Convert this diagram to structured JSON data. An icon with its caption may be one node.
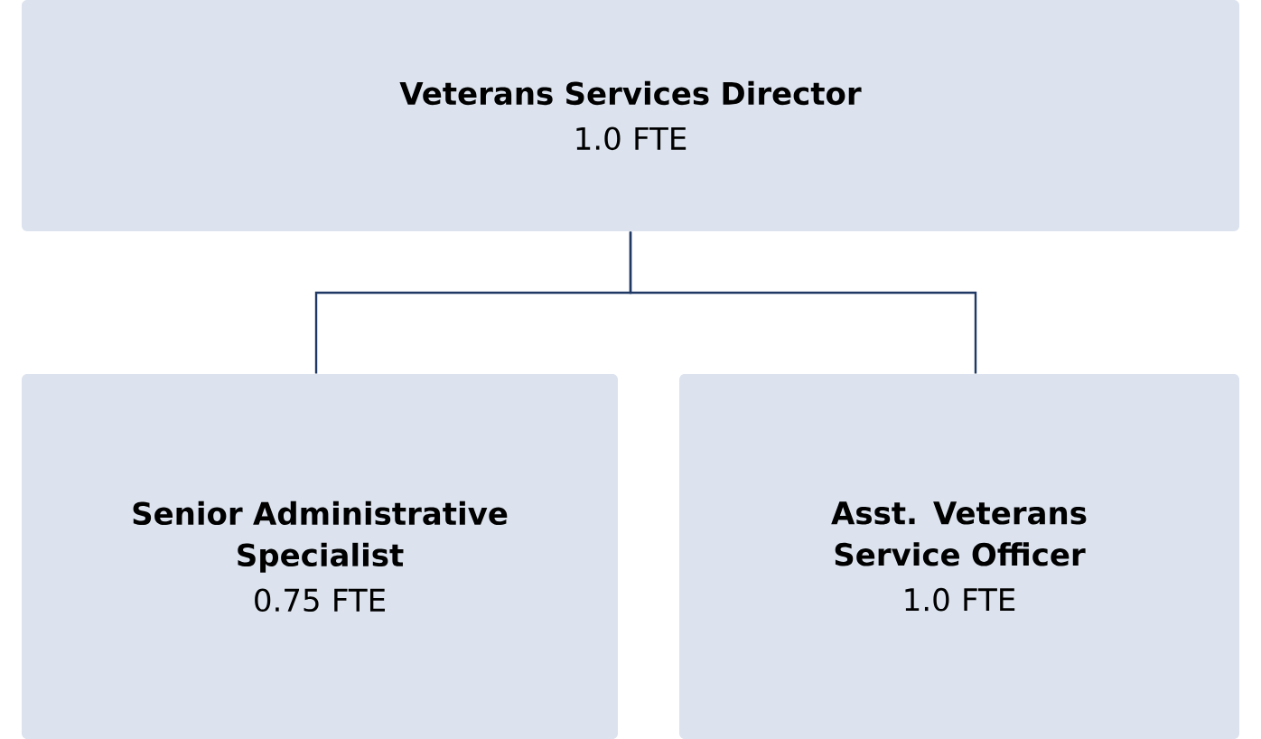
{
  "diagram": {
    "nodes": [
      {
        "text": [
          "Veterans Services Director",
          "1.0 FTE"
        ]
      },
      {
        "text": [
          "Senior Administrative Specialist",
          "0.75 FTE"
        ]
      },
      {
        "text": [
          "Asst. Veterans Service Officer",
          "1.0 FTE"
        ]
      }
    ],
    "edges": [
      {
        "from": 0,
        "to": 1,
        "arrow": "none"
      },
      {
        "from": 0,
        "to": 2,
        "arrow": "none"
      }
    ]
  }
}
